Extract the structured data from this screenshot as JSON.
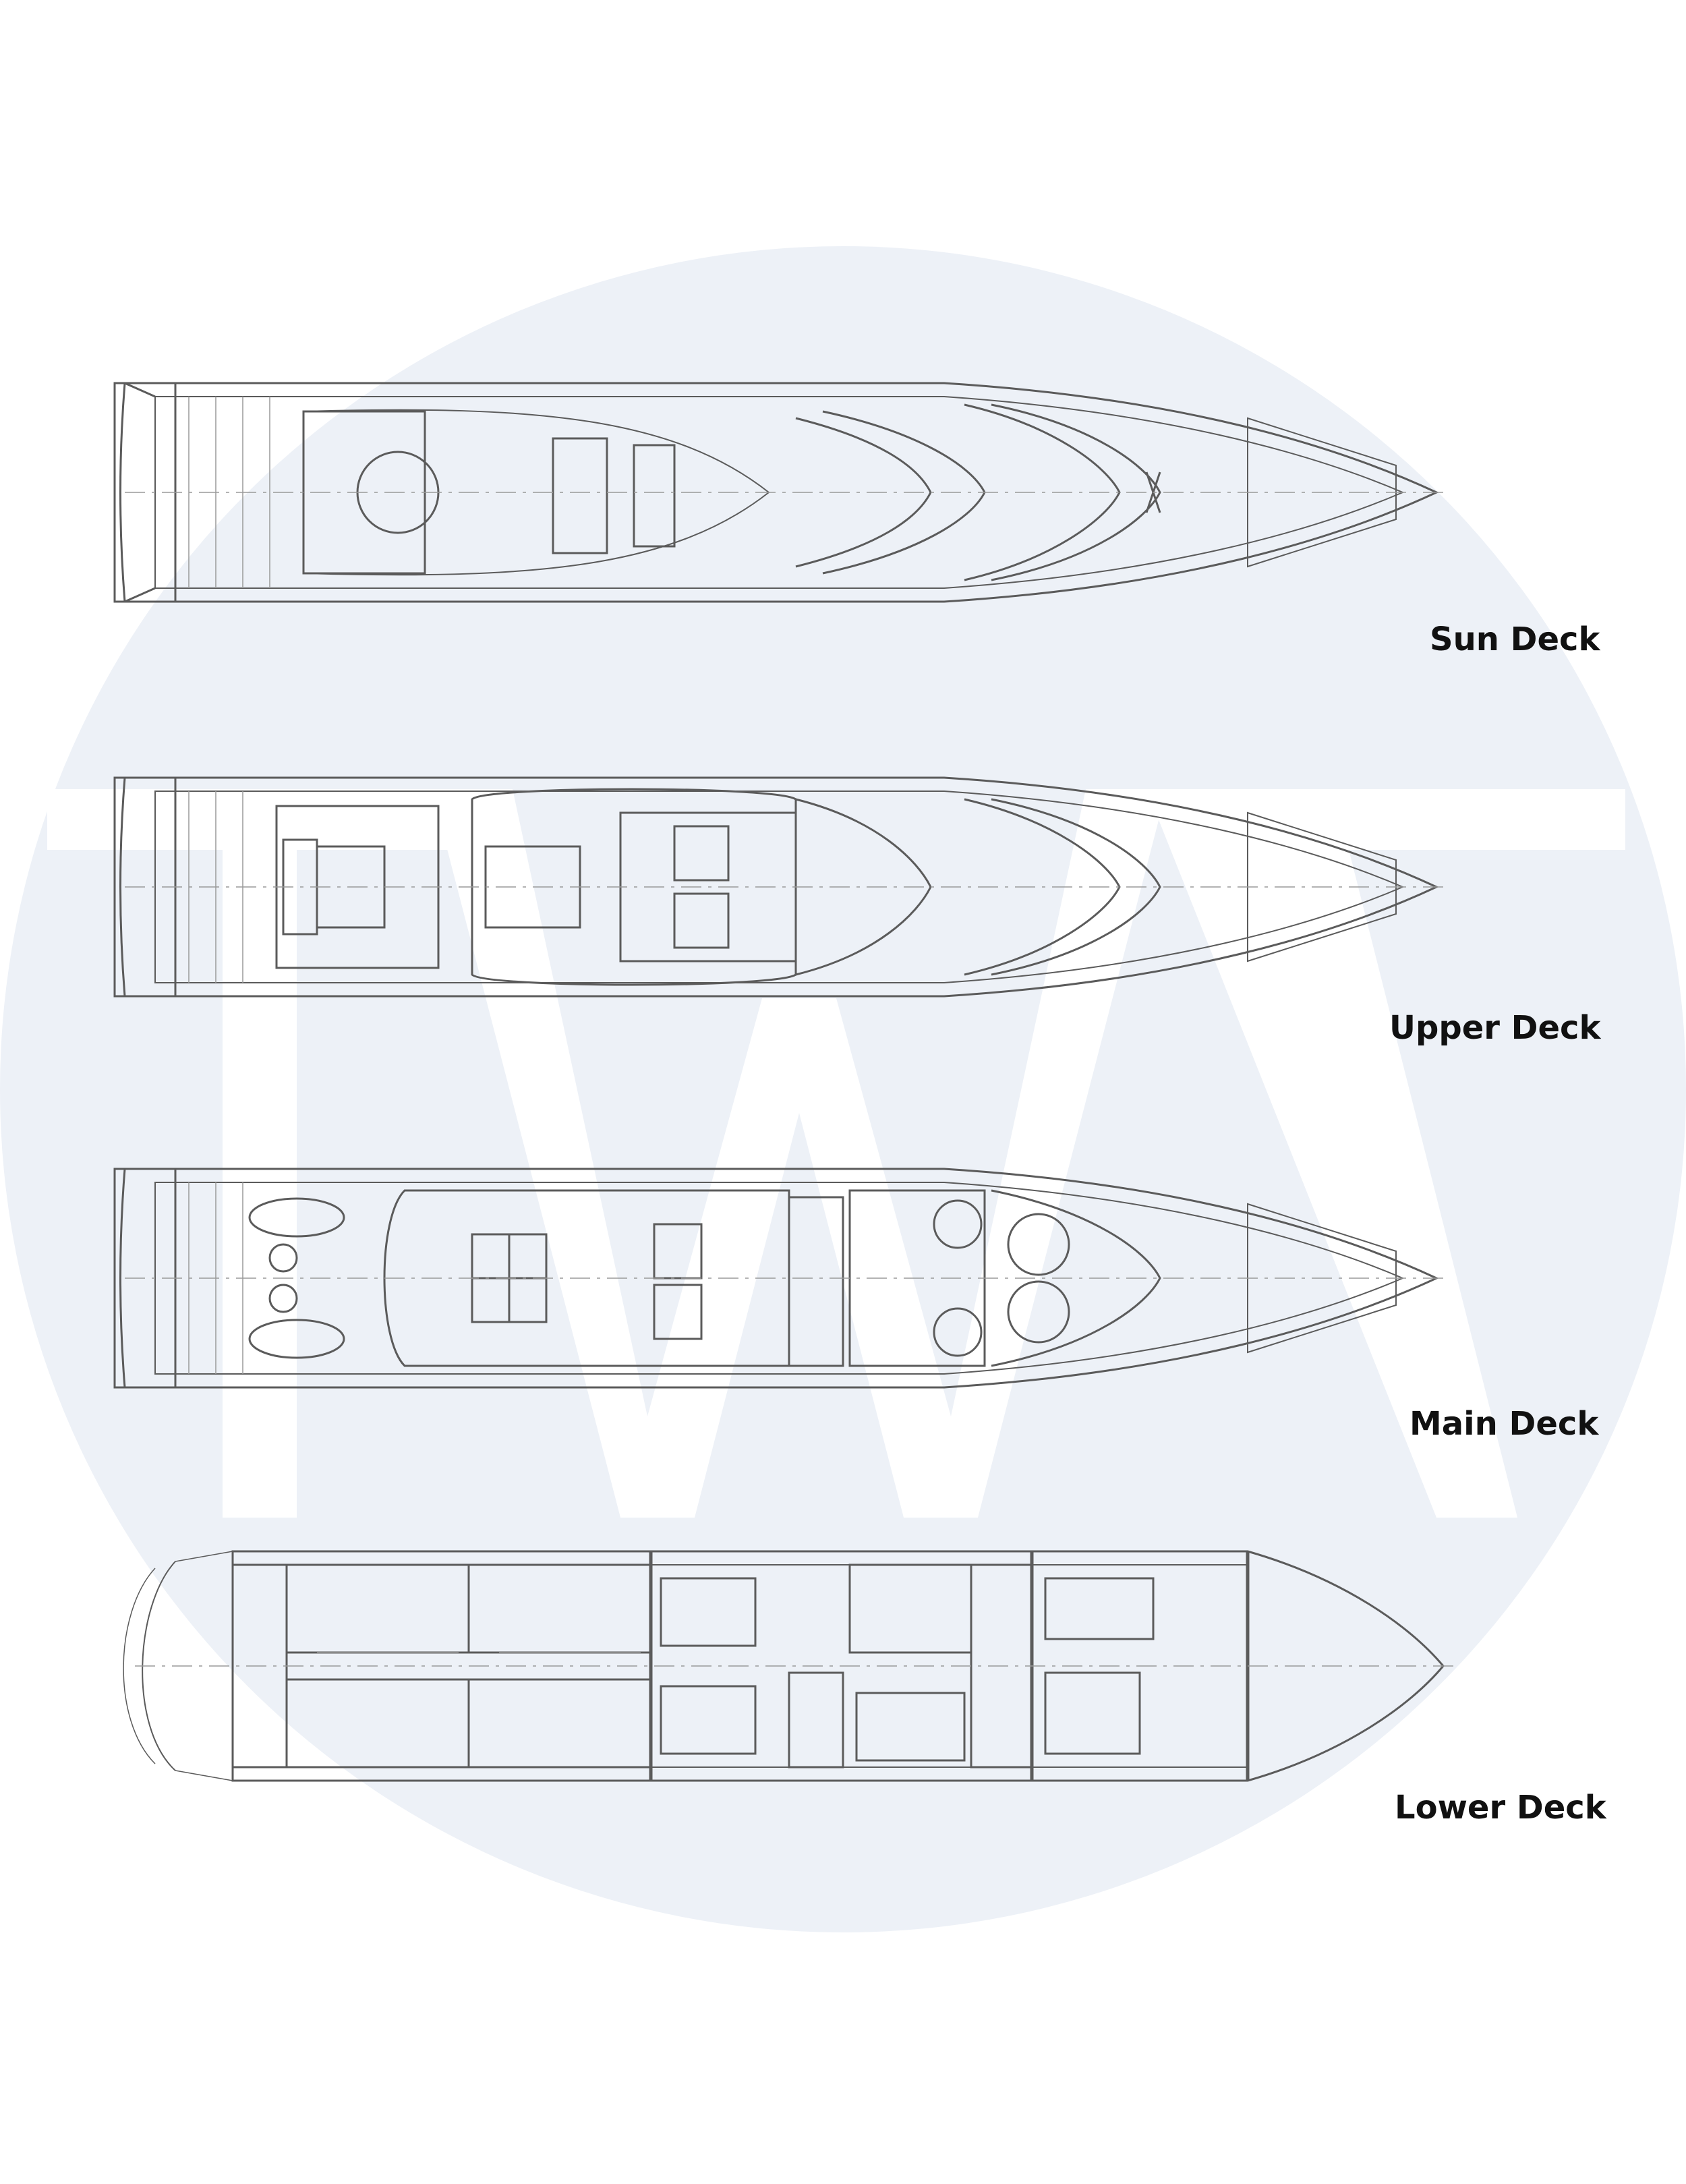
{
  "colors": {
    "watermark_circle": "#edf1f7",
    "watermark_letters": "#ffffff",
    "line": "#5b5b5b",
    "line_light": "#9a9a9a",
    "label": "#111111"
  },
  "decks": [
    {
      "id": "sun",
      "label": "Sun Deck"
    },
    {
      "id": "upper",
      "label": "Upper Deck"
    },
    {
      "id": "main",
      "label": "Main Deck"
    },
    {
      "id": "lower",
      "label": "Lower Deck"
    }
  ]
}
